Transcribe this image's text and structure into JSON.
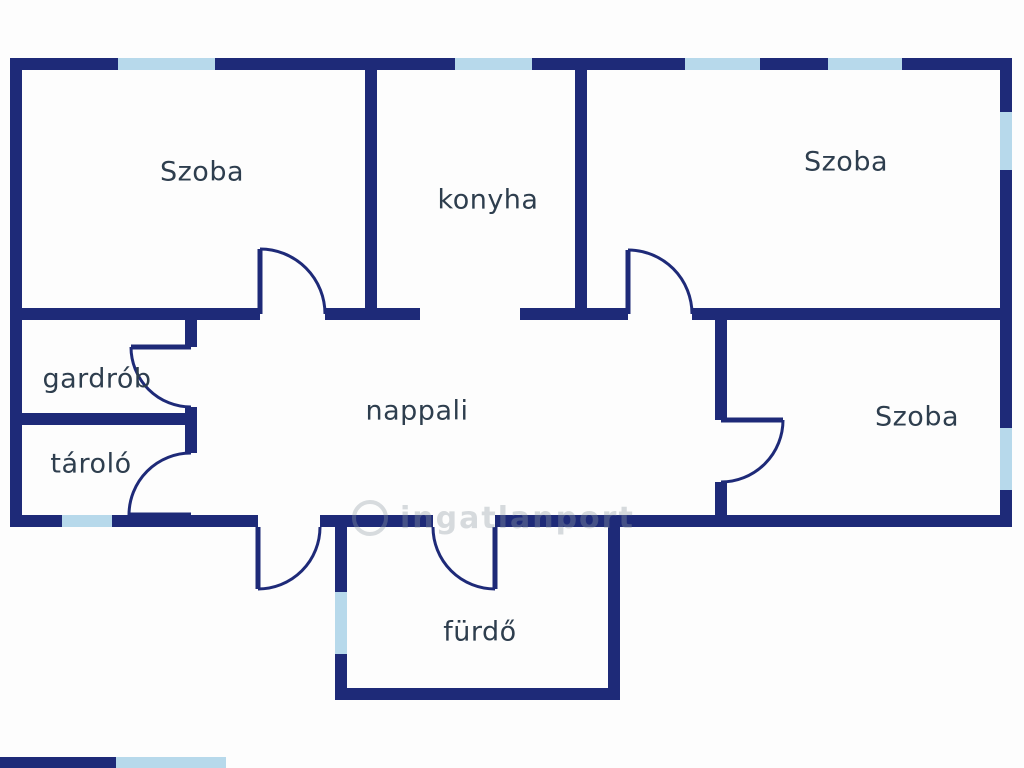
{
  "page": {
    "title": "Floor plan"
  },
  "colors": {
    "wall": "#1e2a78",
    "window": "#b7d9eb",
    "background": "#fdfdfd",
    "label": "#2e3e4e"
  },
  "rooms": [
    {
      "id": "szoba-top-left",
      "label": "Szoba"
    },
    {
      "id": "konyha",
      "label": "konyha"
    },
    {
      "id": "szoba-top-right",
      "label": "Szoba"
    },
    {
      "id": "gardrob",
      "label": "gardrób"
    },
    {
      "id": "tarolo",
      "label": "tároló"
    },
    {
      "id": "nappali",
      "label": "nappali"
    },
    {
      "id": "szoba-right",
      "label": "Szoba"
    },
    {
      "id": "furdo",
      "label": "fürdő"
    }
  ],
  "watermark": {
    "text": "ingatlanport"
  }
}
